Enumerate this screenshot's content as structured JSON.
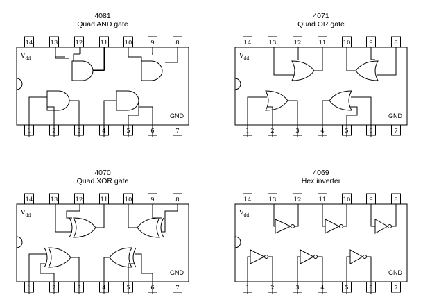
{
  "chips": [
    {
      "part": "4081",
      "name": "Quad AND gate",
      "gate_type": "and",
      "vdd": "V",
      "vdd_sub": "dd",
      "gnd": "GND",
      "top_pins": [
        "14",
        "13",
        "12",
        "11",
        "10",
        "9",
        "8"
      ],
      "bottom_pins": [
        "1",
        "2",
        "3",
        "4",
        "5",
        "6",
        "7"
      ]
    },
    {
      "part": "4071",
      "name": "Quad OR gate",
      "gate_type": "or",
      "vdd": "V",
      "vdd_sub": "dd",
      "gnd": "GND",
      "top_pins": [
        "14",
        "13",
        "12",
        "11",
        "10",
        "9",
        "8"
      ],
      "bottom_pins": [
        "1",
        "2",
        "3",
        "4",
        "5",
        "6",
        "7"
      ]
    },
    {
      "part": "4070",
      "name": "Quad XOR gate",
      "gate_type": "xor",
      "vdd": "V",
      "vdd_sub": "dd",
      "gnd": "GND",
      "top_pins": [
        "14",
        "13",
        "12",
        "11",
        "10",
        "9",
        "8"
      ],
      "bottom_pins": [
        "1",
        "2",
        "3",
        "4",
        "5",
        "6",
        "7"
      ]
    },
    {
      "part": "4069",
      "name": "Hex inverter",
      "gate_type": "not",
      "vdd": "V",
      "vdd_sub": "dd",
      "gnd": "GND",
      "top_pins": [
        "14",
        "13",
        "12",
        "11",
        "10",
        "9",
        "8"
      ],
      "bottom_pins": [
        "1",
        "2",
        "3",
        "4",
        "5",
        "6",
        "7"
      ]
    }
  ]
}
